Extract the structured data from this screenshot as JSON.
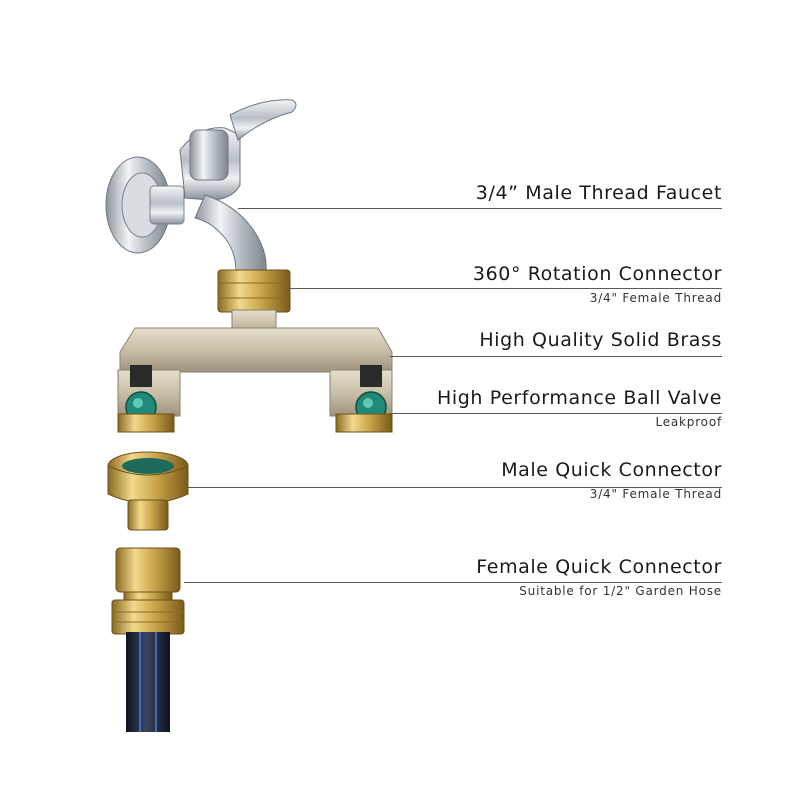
{
  "callouts": [
    {
      "title": "3/4” Male Thread Faucet",
      "subtitle": ""
    },
    {
      "title": "360° Rotation Connector",
      "subtitle": "3/4\" Female Thread"
    },
    {
      "title": "High Quality Solid Brass",
      "subtitle": ""
    },
    {
      "title": "High Performance Ball Valve",
      "subtitle": "Leakproof"
    },
    {
      "title": "Male Quick Connector",
      "subtitle": "3/4\" Female Thread"
    },
    {
      "title": "Female Quick Connector",
      "subtitle": "Suitable for 1/2\" Garden Hose"
    }
  ],
  "colors": {
    "chrome": "#c8cdd3",
    "brass": "#c9a44a",
    "body": "#c9bfa8",
    "valve_cap": "#1f8a78",
    "hose": "#1b2233",
    "text": "#1a1a1a"
  }
}
